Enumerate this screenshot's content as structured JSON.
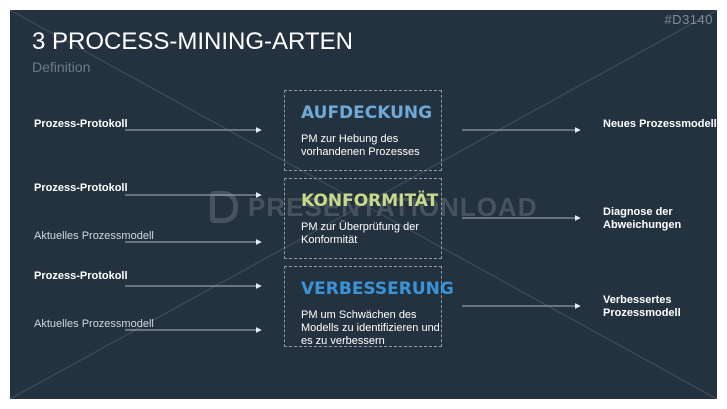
{
  "slide_code": "#D3140",
  "title": "3 PROCESS-MINING-ARTEN",
  "subtitle": "Definition",
  "watermark": "PRESENTATIONLOAD",
  "types": [
    {
      "heading": "AUFDECKUNG",
      "color": "#6fa9d6",
      "description": "PM zur Hebung des vorhandenen Prozesses",
      "inputs": [
        {
          "text": "Prozess-Protokoll",
          "bold": true
        }
      ],
      "output": "Neues Prozessmodell"
    },
    {
      "heading": "KONFORMITÄT",
      "color": "#c9d98a",
      "description": "PM zur Überprüfung der Konformität",
      "inputs": [
        {
          "text": "Prozess-Protokoll",
          "bold": true
        },
        {
          "text": "Aktuelles Prozessmodell",
          "bold": false
        }
      ],
      "output": "Diagnose der Abweichungen"
    },
    {
      "heading": "VERBESSERUNG",
      "color": "#3b93d8",
      "description": "PM um Schwächen des Modells zu identifizieren und es zu verbessern",
      "inputs": [
        {
          "text": "Prozess-Protokoll",
          "bold": true
        },
        {
          "text": "Aktuelles Prozessmodell",
          "bold": false
        }
      ],
      "output": "Verbessertes Prozessmodell"
    }
  ]
}
